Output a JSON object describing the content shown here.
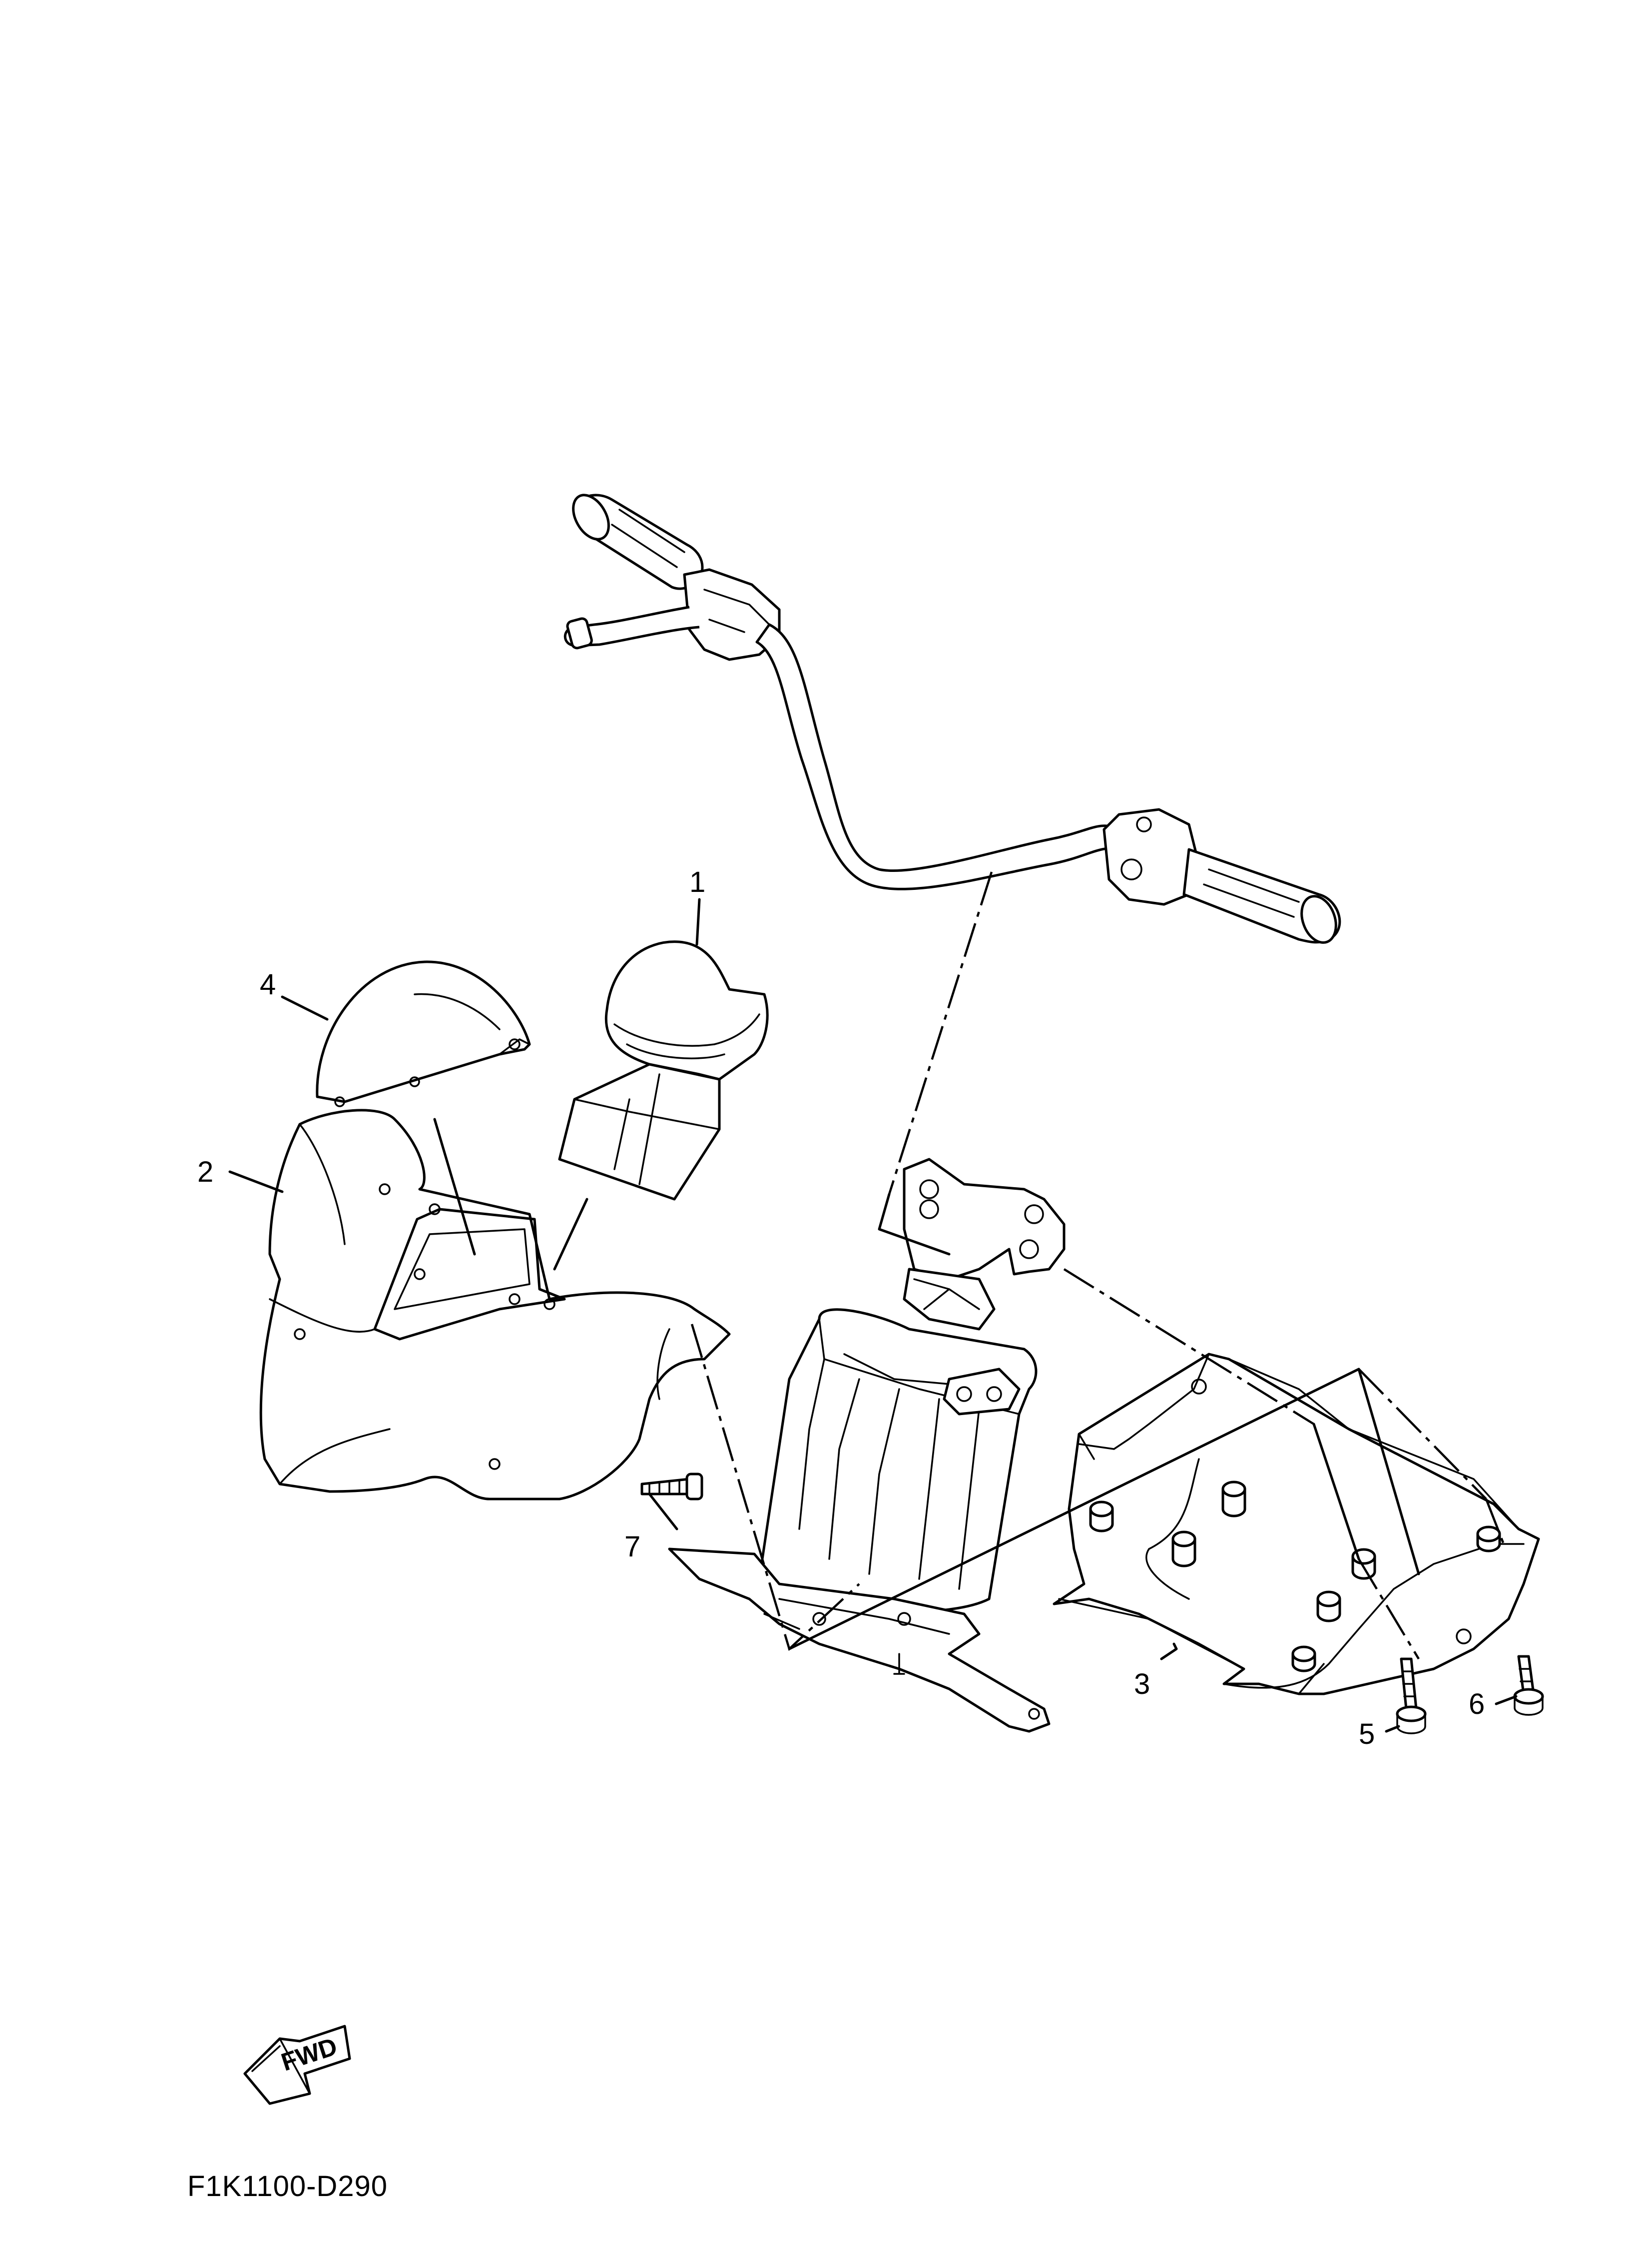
{
  "diagram": {
    "callouts": [
      "1",
      "2",
      "3",
      "4",
      "5",
      "6",
      "7"
    ],
    "direction_badge": "FWD",
    "figure_code": "F1K1100-D290"
  }
}
